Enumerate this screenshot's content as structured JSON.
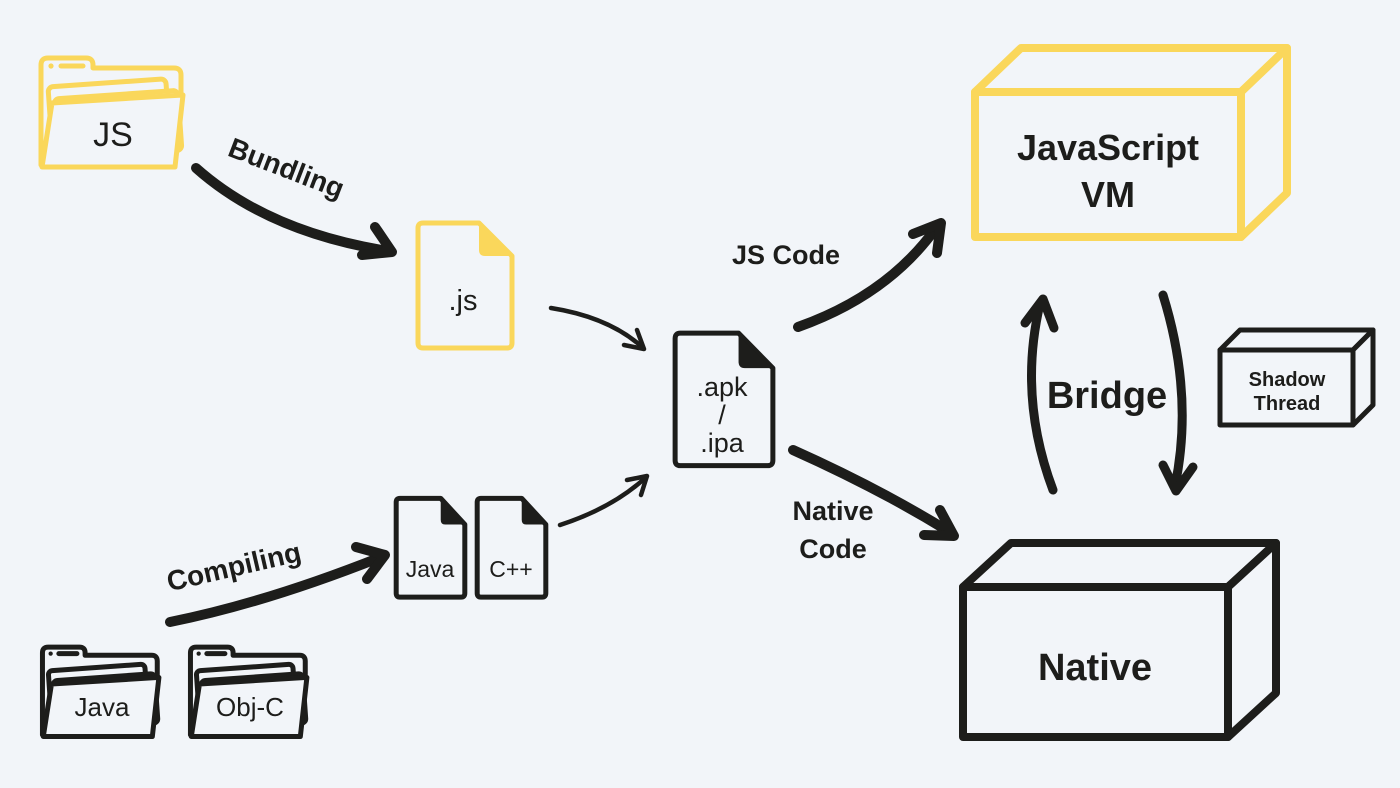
{
  "diagram": {
    "title": "React Native architecture diagram",
    "colors": {
      "background": "#F2F5F9",
      "accent_yellow": "#FAD75B",
      "ink": "#1D1D1B"
    }
  },
  "nodes": {
    "js_folder": {
      "label": "JS"
    },
    "java_folder": {
      "label": "Java"
    },
    "objc_folder": {
      "label": "Obj-C"
    },
    "js_file": {
      "label": ".js"
    },
    "java_file": {
      "label": "Java"
    },
    "cpp_file": {
      "label": "C++"
    },
    "bundle_file": {
      "lines": [
        ".apk",
        "/",
        ".ipa"
      ]
    },
    "javascript_vm": {
      "lines": [
        "JavaScript",
        "VM"
      ]
    },
    "native": {
      "label": "Native"
    },
    "shadow_thread": {
      "lines": [
        "Shadow",
        "Thread"
      ]
    },
    "bridge": {
      "label": "Bridge"
    }
  },
  "edges": {
    "bundling": {
      "label": "Bundling"
    },
    "compiling": {
      "label": "Compiling"
    },
    "js_code": {
      "label": "JS Code"
    },
    "native_code": {
      "lines": [
        "Native",
        "Code"
      ]
    }
  },
  "icons": {
    "folder": "folder-icon",
    "document": "file-icon",
    "cube": "cube-3d-icon",
    "arrow": "hand-drawn-arrow-icon"
  }
}
